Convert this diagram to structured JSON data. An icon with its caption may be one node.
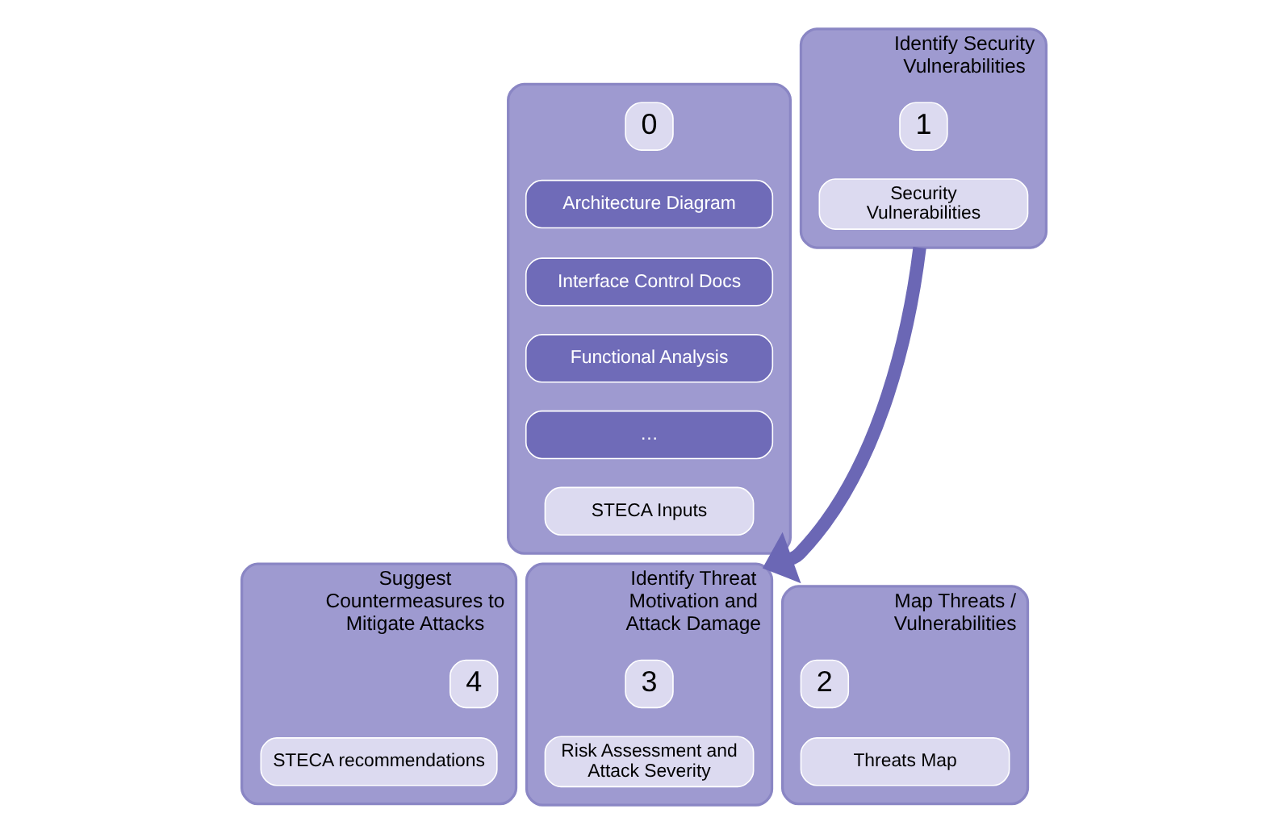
{
  "diagram": {
    "nodes": [
      {
        "text": [],
        "shape": "box"
      },
      {
        "text": [
          "0"
        ],
        "in": 0
      },
      {
        "text": [
          "Architecture Diagram"
        ],
        "in": 0
      },
      {
        "text": [
          "Interface Control Docs"
        ],
        "in": 0
      },
      {
        "text": [
          "Functional Analysis"
        ],
        "in": 0
      },
      {
        "text": [
          "…"
        ],
        "in": 0
      },
      {
        "text": [
          "STECA Inputs"
        ],
        "in": 0
      },
      {
        "text": [
          "Identify Security Vulnerabilities"
        ]
      },
      {
        "text": [
          "1"
        ],
        "in": 7
      },
      {
        "text": [
          "Security Vulnerabilities"
        ],
        "in": 7
      },
      {
        "text": [
          "Map Threats / Vulnerabilities"
        ]
      },
      {
        "text": [
          "2"
        ],
        "in": 10
      },
      {
        "text": [
          "Threats Map"
        ],
        "in": 10
      },
      {
        "text": [
          "Identify Threat Motivation and Attack Damage"
        ]
      },
      {
        "text": [
          "3"
        ],
        "in": 13
      },
      {
        "text": [
          "Risk Assessment and Attack Severity"
        ],
        "in": 13
      },
      {
        "text": [
          "Suggest Countermeasures to Mitigate Attacks"
        ]
      },
      {
        "text": [
          "4"
        ],
        "in": 16
      },
      {
        "text": [
          "STECA recommendations"
        ],
        "in": 16
      }
    ],
    "edges": [
      {
        "from": 7,
        "to": 13,
        "arrow": "to"
      }
    ]
  }
}
